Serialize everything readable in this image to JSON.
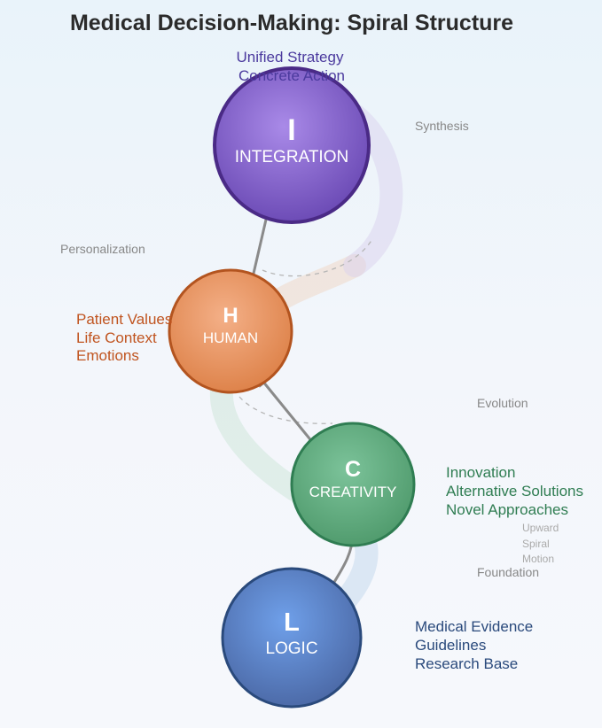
{
  "title": "Medical Decision-Making: Spiral Structure",
  "nodes": {
    "integration": {
      "letter": "I",
      "label": "INTEGRATION",
      "color": "#7b57c6",
      "stroke": "#4b2a86"
    },
    "human": {
      "letter": "H",
      "label": "HUMAN",
      "color": "#e6905a",
      "stroke": "#b3541f"
    },
    "creativity": {
      "letter": "C",
      "label": "CREATIVITY",
      "color": "#5aa77a",
      "stroke": "#2f7d52"
    },
    "logic": {
      "letter": "L",
      "label": "LOGIC",
      "color": "#5878b3",
      "stroke": "#2a4a7c"
    }
  },
  "descriptions": {
    "integration": {
      "lines": [
        "Unified Strategy",
        "Concrete Action"
      ],
      "color": "#4b3a9e"
    },
    "human": {
      "lines": [
        "Patient Values",
        "Life Context",
        "Emotions"
      ],
      "color": "#c0541f"
    },
    "creativity": {
      "lines": [
        "Innovation",
        "Alternative Solutions",
        "Novel Approaches"
      ],
      "color": "#2f7d52"
    },
    "logic": {
      "lines": [
        "Medical Evidence",
        "Guidelines",
        "Research Base"
      ],
      "color": "#2a4a7c"
    }
  },
  "annotations": {
    "synthesis": "Synthesis",
    "personalization": "Personalization",
    "evolution": "Evolution",
    "foundation": "Foundation"
  },
  "spiral_note": [
    "Upward",
    "Spiral",
    "Motion"
  ]
}
